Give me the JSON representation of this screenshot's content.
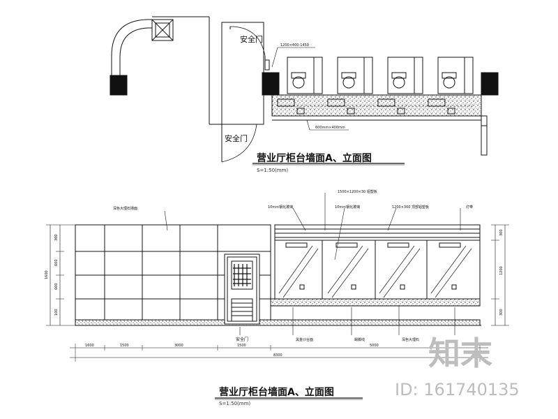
{
  "plan": {
    "door_top_label": "安全门",
    "door_bottom_label": "安全门",
    "note_top": "1200×400-1450",
    "note_bottom": "600mm×400mm",
    "title": "营业厅柜台墙面A、立面图",
    "scale": "S=1:50(mm)"
  },
  "elevation": {
    "callout_wall": "深色大理石墙面",
    "callout_glass": "10mm钢化玻璃",
    "callout_top": "1500×1200×30 铝塑板",
    "callout_panel": "1200×300 顶部铝塑板",
    "callout_light": "灯带",
    "bottom_door": "安全门",
    "bottom_counter": "黑金沙台面",
    "bottom_base": "踢脚线",
    "bottom_right": "深色大理石",
    "left_dims": [
      "300",
      "600",
      "600",
      "100"
    ],
    "left_total": "1600",
    "right_dims": [
      "300",
      "1200",
      "300"
    ],
    "bottom_dims": [
      "1600",
      "1500",
      "3000",
      "1500",
      "5000"
    ],
    "bottom_total": "8300",
    "title": "营业厅柜台墙面A、立面图",
    "scale": "S=1:50(mm)"
  },
  "watermark": {
    "logo": "知末",
    "id": "ID: 161740135"
  }
}
